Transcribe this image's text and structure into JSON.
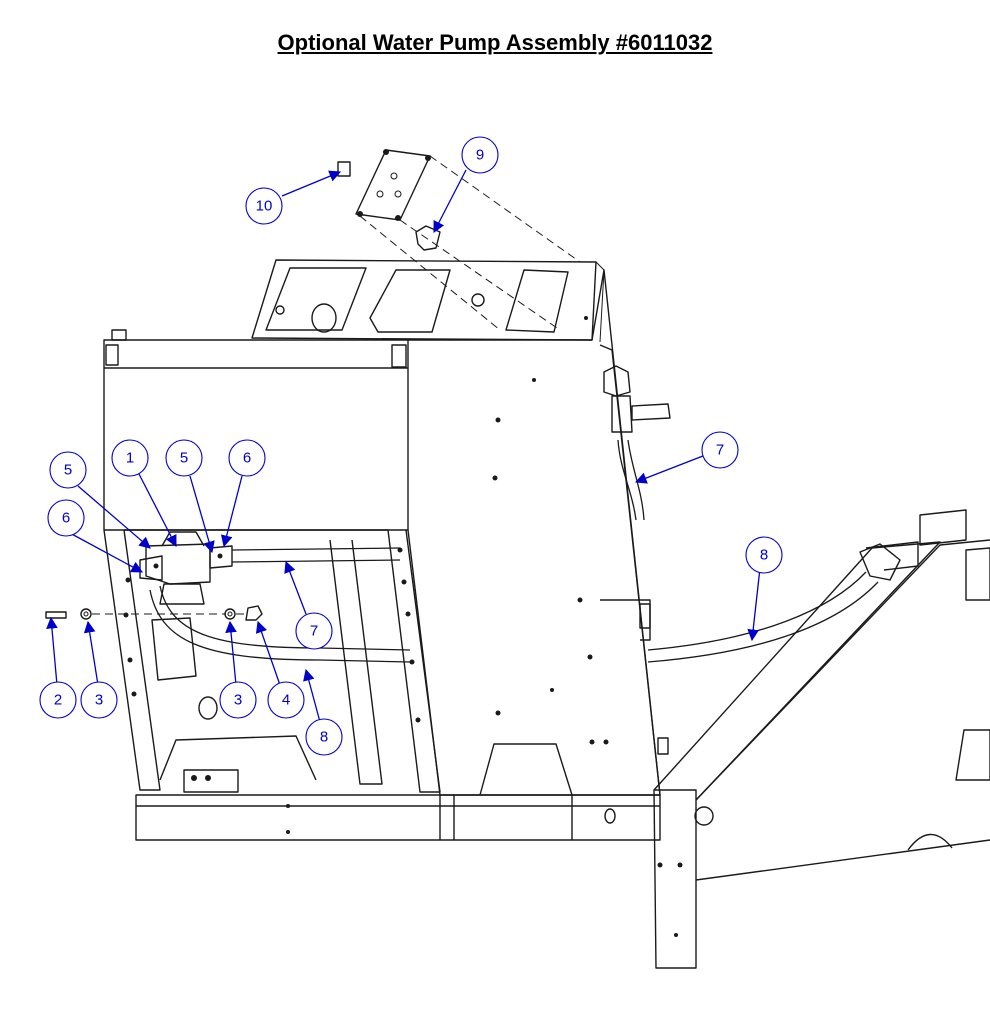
{
  "title": "Optional Water Pump Assembly #6011032",
  "colors": {
    "callout": "#0000cc",
    "line": "#1a1a1a",
    "background": "#ffffff"
  },
  "callouts": [
    {
      "id": "c1",
      "label": "1"
    },
    {
      "id": "c2",
      "label": "2"
    },
    {
      "id": "c3a",
      "label": "3"
    },
    {
      "id": "c3b",
      "label": "3"
    },
    {
      "id": "c4",
      "label": "4"
    },
    {
      "id": "c5a",
      "label": "5"
    },
    {
      "id": "c5b",
      "label": "5"
    },
    {
      "id": "c6a",
      "label": "6"
    },
    {
      "id": "c6b",
      "label": "6"
    },
    {
      "id": "c7a",
      "label": "7"
    },
    {
      "id": "c7b",
      "label": "7"
    },
    {
      "id": "c8a",
      "label": "8"
    },
    {
      "id": "c8b",
      "label": "8"
    },
    {
      "id": "c9",
      "label": "9"
    },
    {
      "id": "c10",
      "label": "10"
    }
  ]
}
